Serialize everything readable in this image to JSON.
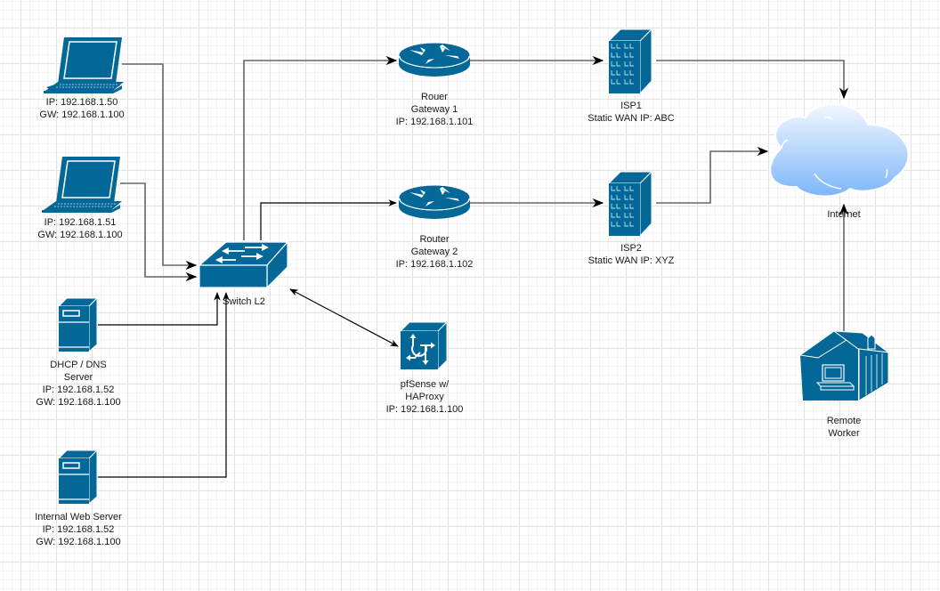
{
  "diagram": {
    "colors": {
      "device": "#036897",
      "cloud_top": "#f0f7ff",
      "cloud_bottom": "#7fb8fb",
      "line": "#000000"
    },
    "nodes": {
      "laptop1": {
        "lines": [
          "IP: 192.168.1.50",
          "GW: 192.168.1.100"
        ]
      },
      "laptop2": {
        "lines": [
          "IP: 192.168.1.51",
          "GW: 192.168.1.100"
        ]
      },
      "dhcp_server": {
        "lines": [
          "DHCP / DNS",
          "Server",
          "IP: 192.168.1.52",
          "GW: 192.168.1.100"
        ]
      },
      "web_server": {
        "lines": [
          "Internal Web Server",
          "IP: 192.168.1.52",
          "GW: 192.168.1.100"
        ]
      },
      "switch": {
        "lines": [
          "Switch L2"
        ]
      },
      "router1": {
        "lines": [
          "Rouer",
          "Gateway 1",
          "IP: 192.168.1.101"
        ]
      },
      "router2": {
        "lines": [
          "Router",
          "Gateway 2",
          "IP: 192.168.1.102"
        ]
      },
      "pfsense": {
        "lines": [
          "pfSense w/",
          "HAProxy",
          "IP: 192.168.1.100"
        ]
      },
      "isp1": {
        "lines": [
          "ISP1",
          "Static WAN IP: ABC"
        ]
      },
      "isp2": {
        "lines": [
          "ISP2",
          "Static WAN IP: XYZ"
        ]
      },
      "internet": {
        "lines": [
          "Internet"
        ]
      },
      "remote_worker": {
        "lines": [
          "Remote",
          "Worker"
        ]
      }
    },
    "edges": [
      {
        "from": "laptop1",
        "to": "switch"
      },
      {
        "from": "laptop2",
        "to": "switch"
      },
      {
        "from": "dhcp_server",
        "to": "switch"
      },
      {
        "from": "web_server",
        "to": "switch"
      },
      {
        "from": "switch",
        "to": "router1"
      },
      {
        "from": "switch",
        "to": "router2"
      },
      {
        "from": "switch",
        "to": "pfsense",
        "bidirectional": true
      },
      {
        "from": "router1",
        "to": "isp1"
      },
      {
        "from": "router2",
        "to": "isp2"
      },
      {
        "from": "isp1",
        "to": "internet"
      },
      {
        "from": "isp2",
        "to": "internet"
      },
      {
        "from": "remote_worker",
        "to": "internet"
      }
    ]
  }
}
